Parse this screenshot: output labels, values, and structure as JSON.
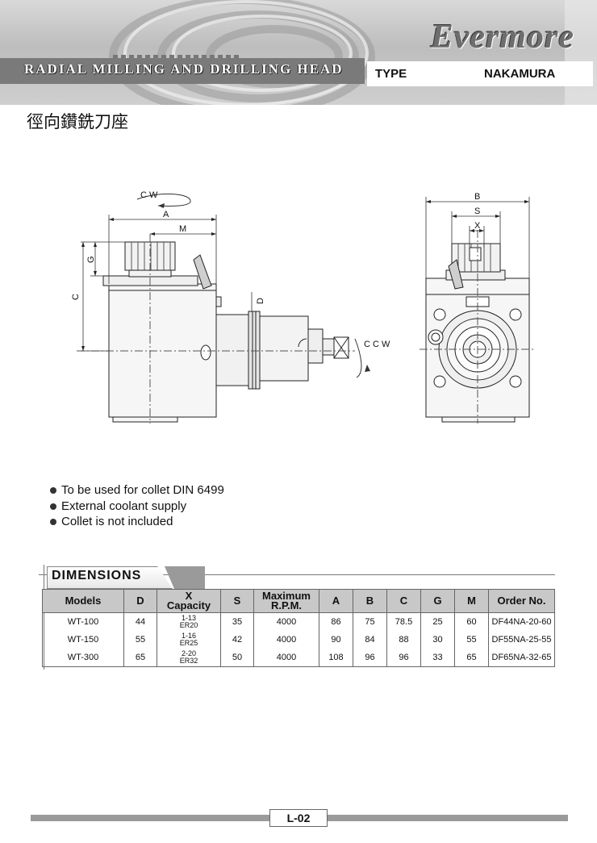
{
  "header": {
    "brand": "Evermore",
    "banner_title": "RADIAL MILLING AND DRILLING HEAD",
    "type_label": "TYPE",
    "type_value": "NAKAMURA",
    "subtitle": "徑向鑽銑刀座"
  },
  "drawing": {
    "side": {
      "rotation_label": "C W",
      "dim_a": "A",
      "dim_m": "M",
      "dim_g": "G",
      "dim_c": "C",
      "dim_d": "D",
      "rotation_label_2": "C C W"
    },
    "front": {
      "dim_b": "B",
      "dim_s": "S",
      "dim_x": "X"
    }
  },
  "features": [
    "To be used for collet DIN 6499",
    "External coolant supply",
    "Collet is not included"
  ],
  "dimensions": {
    "title": "DIMENSIONS",
    "headers": [
      "Models",
      "D",
      "X Capacity",
      "S",
      "Maximum R.P.M.",
      "A",
      "B",
      "C",
      "G",
      "M",
      "Order No."
    ],
    "header_x_top": "X",
    "header_x_bottom": "Capacity",
    "header_rpm_top": "Maximum",
    "header_rpm_bottom": "R.P.M.",
    "rows": [
      {
        "model": "WT-100",
        "d": "44",
        "cap_top": "1-13",
        "cap_bottom": "ER20",
        "s": "35",
        "rpm": "4000",
        "a": "86",
        "b": "75",
        "c": "78.5",
        "g": "25",
        "m": "60",
        "order": "DF44NA-20-60"
      },
      {
        "model": "WT-150",
        "d": "55",
        "cap_top": "1-16",
        "cap_bottom": "ER25",
        "s": "42",
        "rpm": "4000",
        "a": "90",
        "b": "84",
        "c": "88",
        "g": "30",
        "m": "55",
        "order": "DF55NA-25-55"
      },
      {
        "model": "WT-300",
        "d": "65",
        "cap_top": "2-20",
        "cap_bottom": "ER32",
        "s": "50",
        "rpm": "4000",
        "a": "108",
        "b": "96",
        "c": "96",
        "g": "33",
        "m": "65",
        "order": "DF65NA-32-65"
      }
    ]
  },
  "footer": {
    "page": "L-02"
  }
}
